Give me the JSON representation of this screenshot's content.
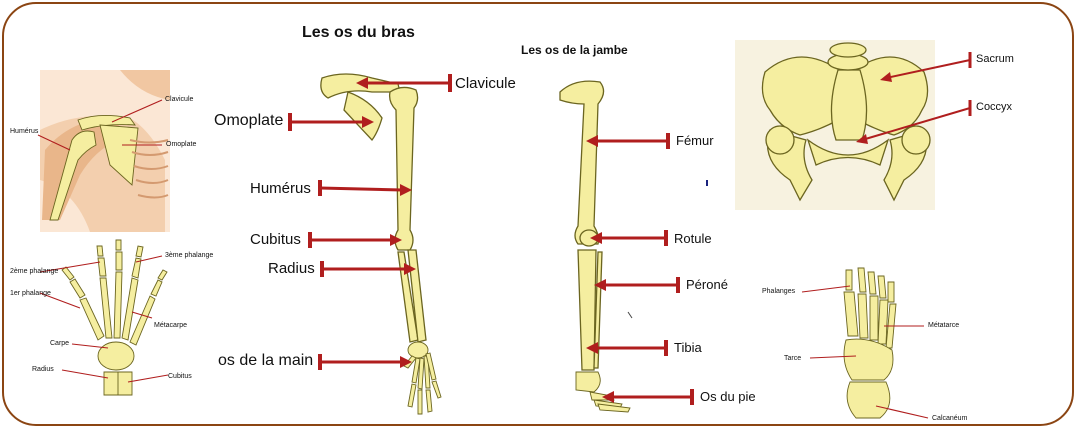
{
  "titles": {
    "arm": "Les os du bras",
    "leg": "Les os de la jambe"
  },
  "arm_labels": {
    "clavicule": "Clavicule",
    "omoplate": "Omoplate",
    "humerus": "Humérus",
    "cubitus": "Cubitus",
    "radius": "Radius",
    "main": "os de la main"
  },
  "leg_labels": {
    "femur": "Fémur",
    "rotule": "Rotule",
    "perone": "Péroné",
    "tibia": "Tibia",
    "pied": "Os du pie"
  },
  "pelvis_labels": {
    "sacrum": "Sacrum",
    "coccyx": "Coccyx"
  },
  "shoulder_labels": {
    "clavicule": "Clavicule",
    "humerus": "Humérus",
    "omoplate": "Omoplate"
  },
  "hand_labels": {
    "phalange2": "2ème phalange",
    "phalange3": "3ème phalange",
    "phalange1": "1er phalange",
    "metacarpe": "Métacarpe",
    "carpe": "Carpe",
    "radius": "Radius",
    "cubitus": "Cubitus"
  },
  "foot_labels": {
    "phalanges": "Phalanges",
    "metatarce": "Métatarce",
    "tarce": "Tarce",
    "calcaneum": "Calcanéum"
  },
  "colors": {
    "frame": "#8b4513",
    "arrow": "#b01e1e",
    "bone": "#f5eea0"
  }
}
